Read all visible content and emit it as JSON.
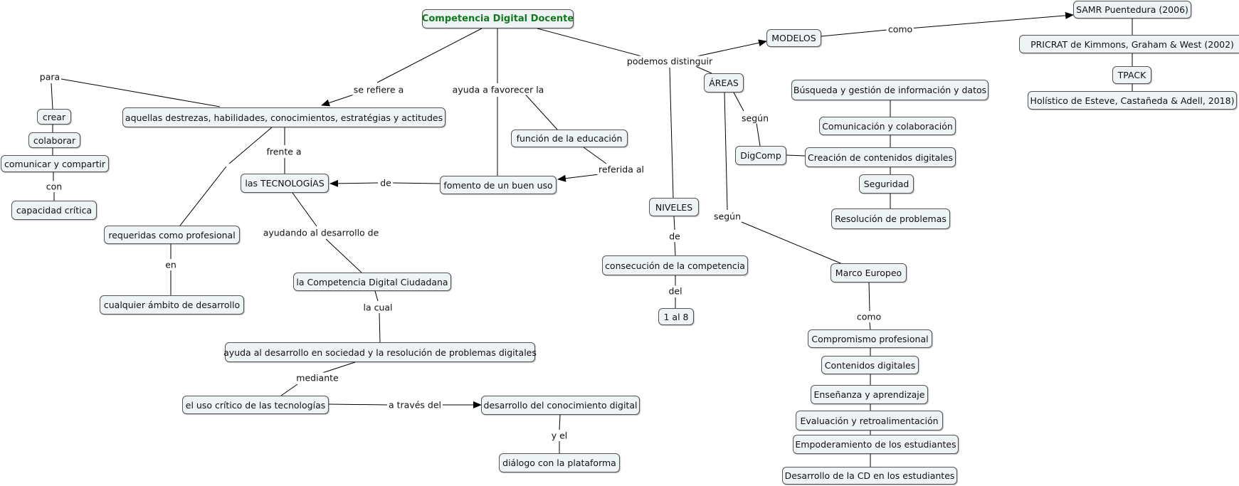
{
  "map": {
    "nodes": {
      "root": "Competencia Digital Docente",
      "destrezas": "aquellas destrezas, habilidades, conocimientos, estratégias y actitudes",
      "crear": "crear",
      "colaborar": "colaborar",
      "comunicar": "comunicar y compartir",
      "critica": "capacidad crítica",
      "requeridas": "requeridas como profesional",
      "ambito": "cualquier ámbito de desarrollo",
      "tecnologias": "las TECNOLOGÍAS",
      "ciudadana": "la Competencia Digital Ciudadana",
      "ayuda_sociedad": "ayuda al desarrollo en sociedad y la resolución de problemas digitales",
      "uso_critico": "el uso crítico de las tecnologías",
      "desarrollo_conocimiento": "desarrollo del conocimiento digital",
      "dialogo": "diálogo con la plataforma",
      "funcion": "función de la educación",
      "fomento": "fomento de un buen uso",
      "niveles": "NIVELES",
      "consecucion": "consecución de la competencia",
      "uno_al_ocho": "1 al 8",
      "modelos": "MODELOS",
      "samr": "SAMR Puentedura (2006)",
      "pricrat": "PRICRAT de Kimmons, Graham & West (2002)",
      "tpack": "TPACK",
      "holistico": "Holístico de Esteve, Castañeda & Adell, 2018)",
      "areas": "ÁREAS",
      "digcomp": "DigComp",
      "busqueda": "Búsqueda y gestión de información y datos",
      "comunicacion": "Comunicación y colaboración",
      "creacion": "Creación de contenidos digitales",
      "seguridad": "Seguridad",
      "resolucion": "Resolución de problemas",
      "marco": "Marco Europeo",
      "compromiso": "Compromismo profesional",
      "contenidos": "Contenidos digitales",
      "ensenanza": "Enseñanza y aprendizaje",
      "evaluacion": "Evaluación y retroalimentación",
      "empoderamiento": "Empoderamiento de los estudiantes",
      "desarrollo_cd": "Desarrollo de la CD en los estudiantes"
    },
    "links": {
      "se_refiere": "se refiere a",
      "ayuda_favorecer": "ayuda a favorecer la",
      "podemos": "podemos distinguir",
      "para": "para",
      "con": "con",
      "frente": "frente a",
      "en": "en",
      "de_tec": "de",
      "referida": "referida al",
      "ayudando": "ayudando al desarrollo de",
      "la_cual": "la cual",
      "mediante": "mediante",
      "a_traves": "a través del",
      "y_el": "y el",
      "como_modelos": "como",
      "segun_digcomp": "según",
      "segun_marco": "según",
      "de_niveles": "de",
      "del": "del",
      "como_marco": "como"
    }
  }
}
